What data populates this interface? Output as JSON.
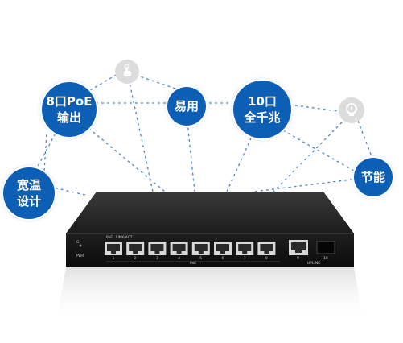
{
  "features": {
    "poe8": {
      "line1": "8口PoE",
      "line2": "输出"
    },
    "easy": {
      "line1": "易用"
    },
    "gigabit": {
      "line1": "10口",
      "line2": "全千兆"
    },
    "energy": {
      "line1": "节能"
    },
    "temp": {
      "line1": "宽温",
      "line2": "设计"
    }
  },
  "ghost_icons": {
    "left": "touch-hand-icon",
    "right": "lightbulb-icon"
  },
  "device": {
    "name": "network-switch",
    "left_indicators": {
      "top": "G",
      "bottom": "PWR"
    },
    "header_labels": {
      "poe": "PoE",
      "link": "LINK/ACT"
    },
    "ports": [
      {
        "label": "1"
      },
      {
        "label": "2"
      },
      {
        "label": "3"
      },
      {
        "label": "4"
      },
      {
        "label": "5"
      },
      {
        "label": "6"
      },
      {
        "label": "7"
      },
      {
        "label": "8"
      }
    ],
    "group_label": "PoE",
    "uplink_ports": [
      {
        "label": "9"
      },
      {
        "label": "10"
      }
    ],
    "uplink_label": "UPLINK"
  },
  "colors": {
    "bubble": "#0d5fb5",
    "dashed_line": "#4f86c6",
    "switch_body": "#232323",
    "switch_front": "#141414"
  }
}
